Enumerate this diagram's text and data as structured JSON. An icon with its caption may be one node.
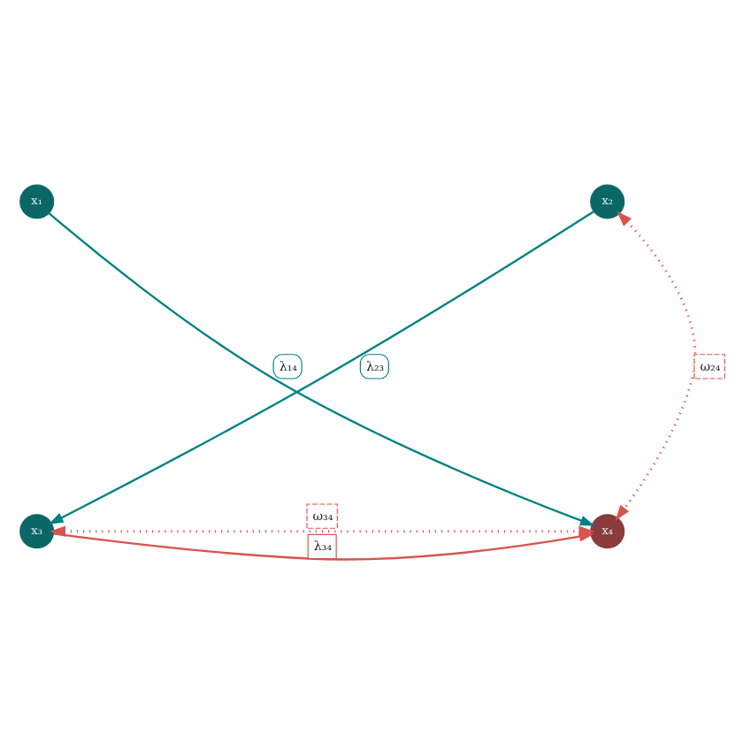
{
  "diagram": {
    "nodes": [
      {
        "text": [
          "x₁"
        ]
      },
      {
        "text": [
          "x₂"
        ]
      },
      {
        "text": [
          "x₃"
        ]
      },
      {
        "text": [
          "x₄"
        ]
      }
    ],
    "edges": [
      {
        "from": 0,
        "to": 3,
        "arrow": "to",
        "label": "λ₁₄",
        "color": "#008080"
      },
      {
        "from": 1,
        "to": 2,
        "arrow": "to",
        "label": "λ₂₃",
        "color": "#008080"
      },
      {
        "from": 2,
        "to": 3,
        "arrow": "to",
        "label": "λ₃₄"
      },
      {
        "from": 2,
        "to": 3,
        "arrow": "both",
        "label": "ω₃₄",
        "style": "dashed"
      },
      {
        "from": 1,
        "to": 3,
        "arrow": "both",
        "label": "ω₂₄",
        "style": "dashed"
      }
    ]
  }
}
